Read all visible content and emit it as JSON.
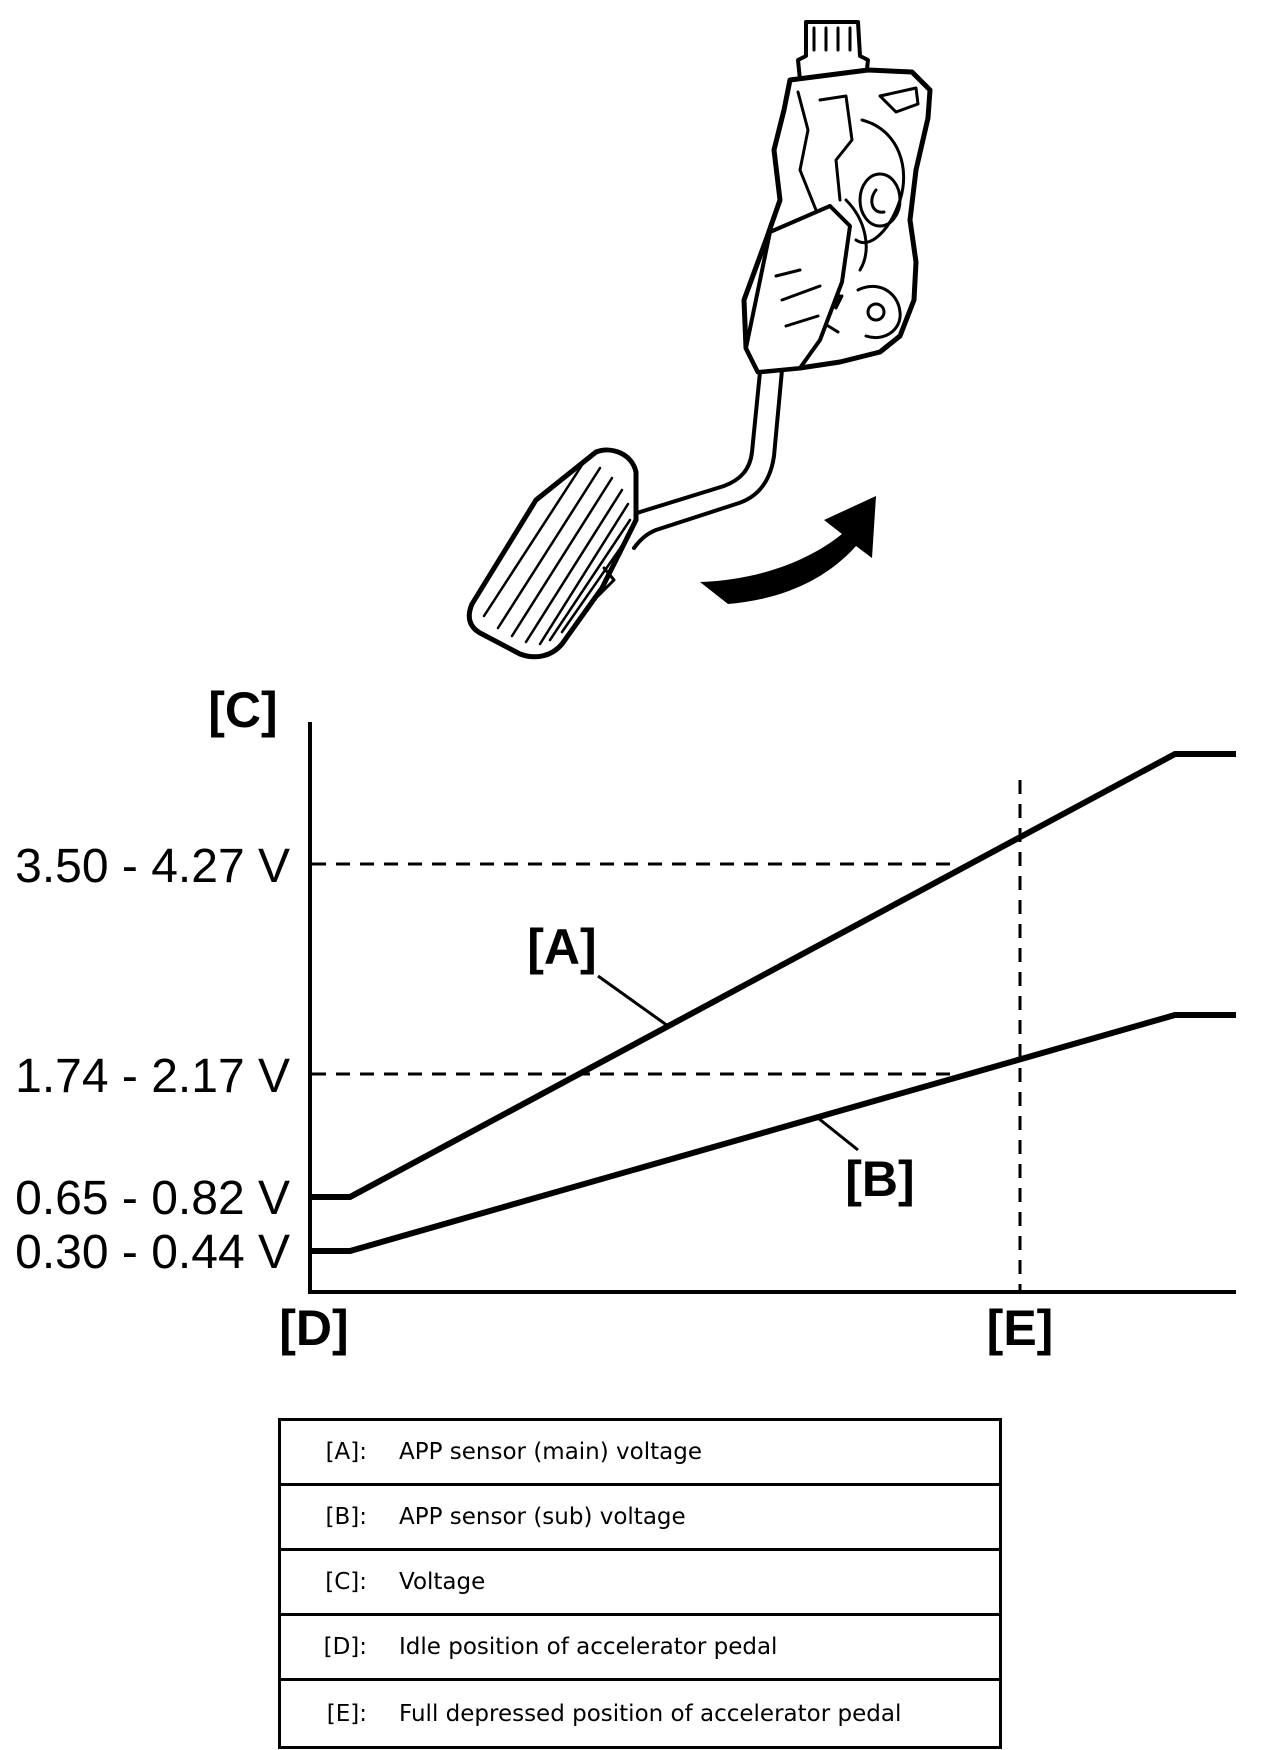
{
  "axis": {
    "y_title": "[C]",
    "x_start": "[D]",
    "x_end": "[E]"
  },
  "y_ticks": [
    {
      "label": "3.50 - 4.27 V"
    },
    {
      "label": "1.74 - 2.17 V"
    },
    {
      "label": "0.65 - 0.82 V"
    },
    {
      "label": "0.30 - 0.44 V"
    }
  ],
  "series": [
    {
      "name": "[A]"
    },
    {
      "name": "[B]"
    }
  ],
  "legend": [
    {
      "key": "[A]:",
      "desc": "APP sensor (main) voltage"
    },
    {
      "key": "[B]:",
      "desc": "APP sensor (sub) voltage"
    },
    {
      "key": "[C]:",
      "desc": "Voltage"
    },
    {
      "key": "[D]:",
      "desc": "Idle position of accelerator pedal"
    },
    {
      "key": "[E]:",
      "desc": "Full depressed position of accelerator pedal"
    }
  ],
  "icons": [
    "accelerator-pedal-illustration",
    "curved-arrow-icon"
  ]
}
